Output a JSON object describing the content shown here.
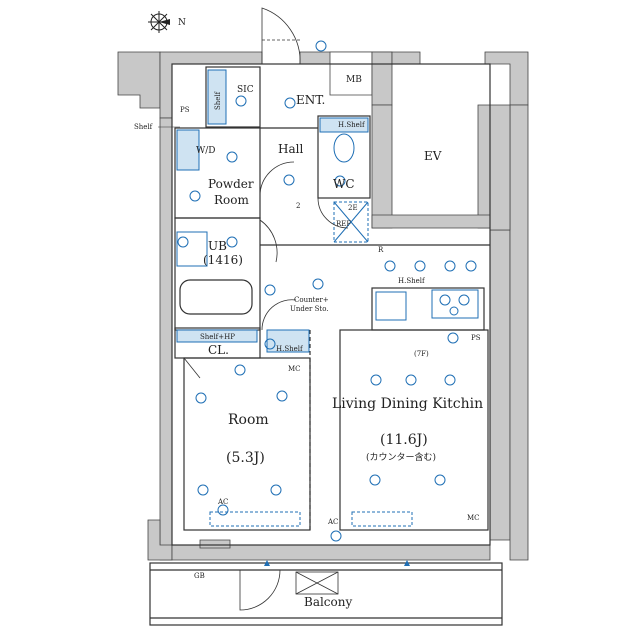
{
  "compass": {
    "north_label": "N"
  },
  "rooms": {
    "ent": "ENT.",
    "sic": "SIC",
    "shelf_vertical": "Shelf",
    "mb": "MB",
    "ps_top": "PS",
    "shelf_callout": "Shelf",
    "hall": "Hall",
    "wd": "W/D",
    "powder_room_line1": "Powder",
    "powder_room_line2": "Room",
    "h_shelf_wc": "H.Shelf",
    "wc": "WC",
    "ev": "EV",
    "ref": "REF",
    "ub_line1": "UB",
    "ub_line2": "(1416)",
    "r_mark": "R",
    "h_shelf_kitchen": "H.Shelf",
    "counter_line1": "Counter+",
    "counter_line2": "Under Sto.",
    "shelf_hp": "Shelf+HP",
    "cl": "CL.",
    "h_shelf_cl": "H.Shelf",
    "mc_room": "MC",
    "seven_f": "(7F)",
    "ps_kitchen": "PS",
    "room_name": "Room",
    "room_size": "(5.3J)",
    "ldk_name": "Living Dining Kitchin",
    "ldk_size": "(11.6J)",
    "ldk_note": "(カウンター含む)",
    "mc_ldk": "MC",
    "ac1": "AC",
    "ac2": "AC",
    "gb": "GB",
    "balcony": "Balcony",
    "two": "2",
    "two_e": "2E"
  },
  "colors": {
    "wall": "#c8c8c8",
    "line": "#333333",
    "accent": "#1f6fb5",
    "accent_fill": "#cfe3f2"
  }
}
